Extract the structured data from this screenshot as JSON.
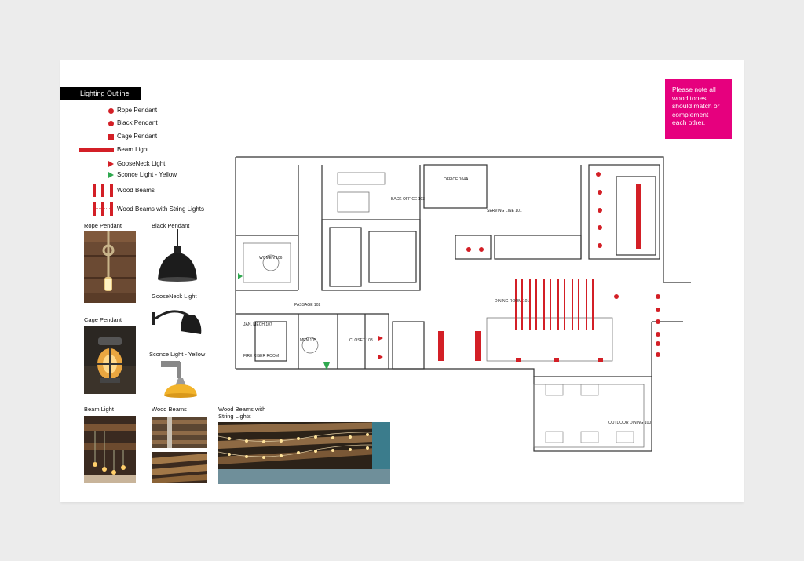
{
  "legend": {
    "title": "Lighting Outline",
    "items": [
      {
        "label": "Rope Pendant",
        "icon": "circle-icon"
      },
      {
        "label": "Black Pendant",
        "icon": "circle-icon"
      },
      {
        "label": "Cage Pendant",
        "icon": "square-icon"
      },
      {
        "label": "Beam Light",
        "icon": "bar-icon"
      },
      {
        "label": "GooseNeck Light",
        "icon": "triangle-right-icon"
      },
      {
        "label": "Sconce Light - Yellow",
        "icon": "triangle-right-green-icon"
      },
      {
        "label": "Wood Beams",
        "icon": "double-bar-icon"
      },
      {
        "label": "Wood Beams with String Lights",
        "icon": "double-bar-dotted-icon"
      }
    ]
  },
  "photos": {
    "rope": "Rope Pendant",
    "black": "Black Pendant",
    "gooseneck": "GooseNeck Light",
    "cage": "Cage Pendant",
    "sconce": "Sconce Light - Yellow",
    "beam": "Beam Light",
    "wood_beams": "Wood Beams",
    "string_lights_line1": "Wood Beams with",
    "string_lights_line2": "String Lights"
  },
  "note": {
    "text": "Please note all wood tones should match or complement each other."
  },
  "rooms": {
    "office": "OFFICE 104A",
    "back_office": "BACK OFFICE 103",
    "women": "WOMEN 106",
    "men": "MEN 105",
    "passage": "PASSAGE 102",
    "dining_room": "DINING ROOM 101",
    "outdoor_dining": "OUTDOOR DINING 100",
    "fire_riser": "FIRE RISER ROOM",
    "janitor": "JAN. MECH 107",
    "closet": "CLOSET 108",
    "serving_line": "SERVING LINE 101"
  },
  "colors": {
    "accent_red": "#d31f26",
    "note_magenta": "#e6007e",
    "sconce_green": "#2fa84f"
  }
}
